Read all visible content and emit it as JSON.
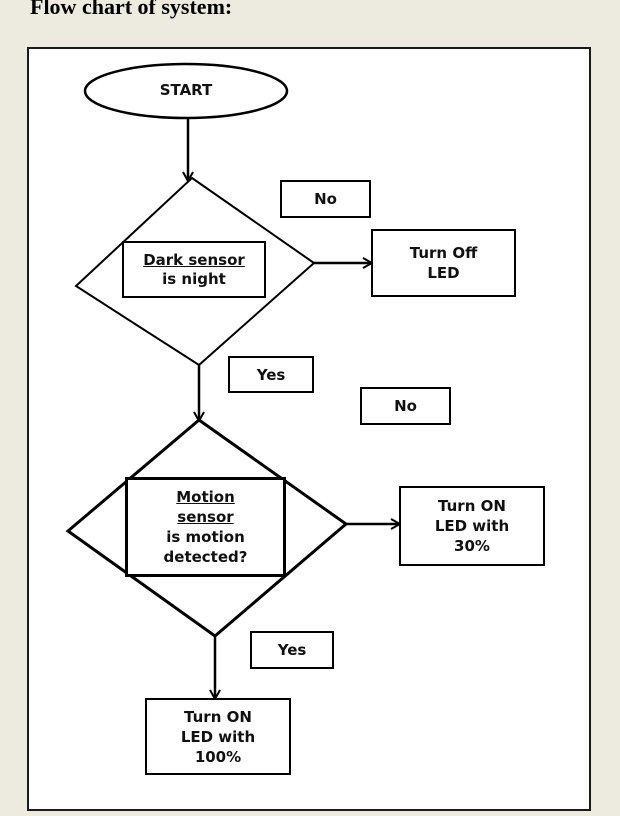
{
  "heading": "Flow chart of system:",
  "start_label": "START",
  "decision_1": {
    "line1": "Dark sensor",
    "line2": "is night"
  },
  "decision_2": {
    "line1": "Motion",
    "line2": "sensor",
    "line3": "is motion",
    "line4": "detected?"
  },
  "labels": {
    "no_1": "No",
    "yes_1": "Yes",
    "no_2": "No",
    "yes_2": "Yes"
  },
  "actions": {
    "turn_off": "Turn Off\nLED",
    "turn_on_30": "Turn ON\nLED with\n30%",
    "turn_on_100": "Turn ON\nLED with\n100%"
  }
}
